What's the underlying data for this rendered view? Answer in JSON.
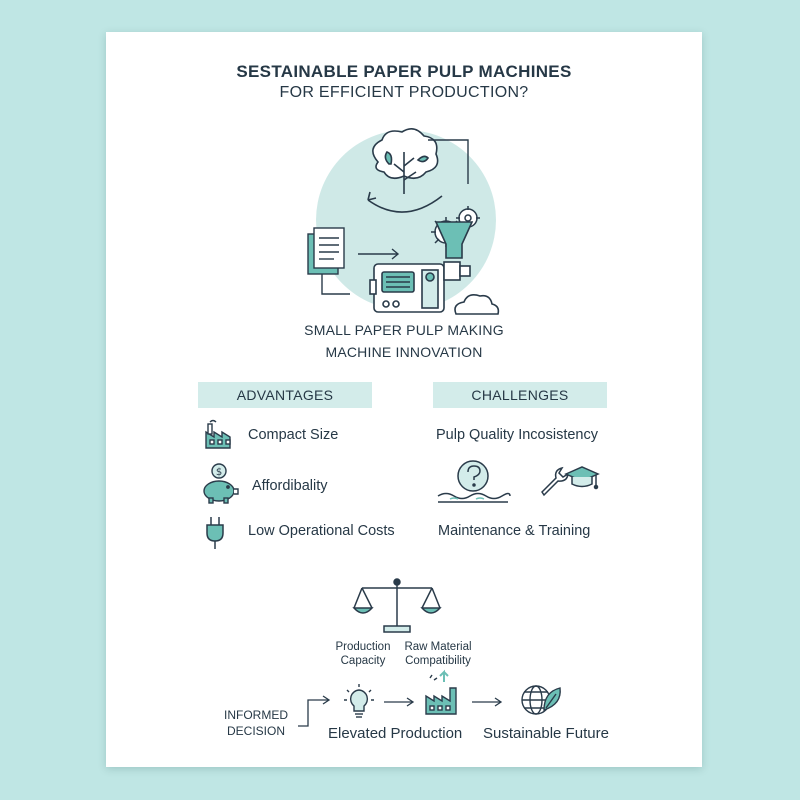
{
  "title_line1": "SESTAINABLE PAPER PULP MACHINES",
  "title_line2": "FOR EFFICIENT PRODUCTION?",
  "hero": {
    "caption_line1": "SMALL PAPER PULP MAKING",
    "caption_line2": "MACHINE INNOVATION"
  },
  "advantages": {
    "header": "ADVANTAGES",
    "items": [
      "Compact Size",
      "Affordibality",
      "Low Operational Costs"
    ]
  },
  "challenges": {
    "header": "CHALLENGES",
    "items": [
      "Pulp Quality Incosistency",
      "Maintenance & Training"
    ]
  },
  "balance": {
    "left_label_line1": "Production",
    "left_label_line2": "Capacity",
    "right_label_line1": "Raw Material",
    "right_label_line2": "Compatibility"
  },
  "flow": {
    "start_line1": "INFORMED",
    "start_line2": "DECISION",
    "step1": "Elevated Production",
    "step2": "Sustainable Future"
  },
  "colors": {
    "accent_fill": "#d3ecea",
    "circle_fill": "#cfe9e7",
    "icon_teal": "#6cbfb5",
    "ink": "#2a3b4a",
    "background": "#bfe6e4"
  }
}
